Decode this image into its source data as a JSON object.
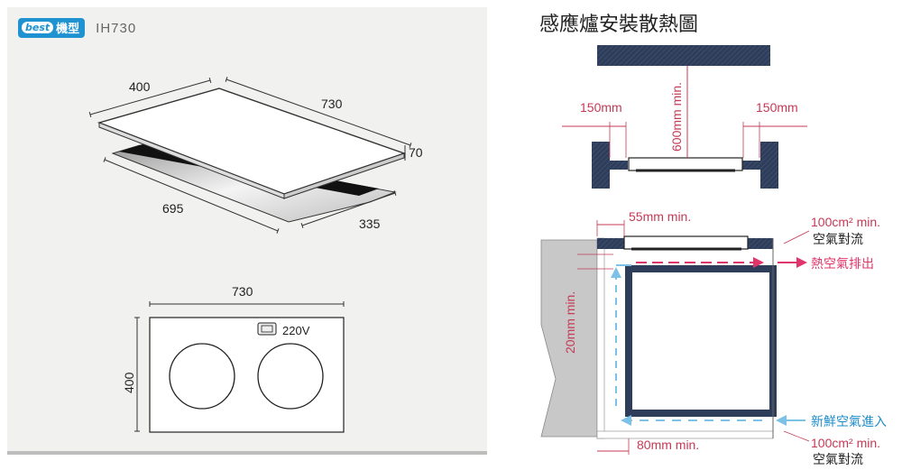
{
  "header": {
    "brand_logo": "best",
    "brand_label": "機型",
    "model": "IH730"
  },
  "iso_dims": {
    "depth_top": "400",
    "width_top": "730",
    "height": "70",
    "cutout_width": "695",
    "cutout_depth": "335"
  },
  "plan": {
    "width": "730",
    "depth": "400",
    "voltage": "220V"
  },
  "vent": {
    "title": "感應爐安裝散熱圖",
    "side_left": "150mm",
    "side_right": "150mm",
    "top_clear": "600mm min.",
    "gap_top": "55mm min.",
    "vent_top_area": "100cm² min.",
    "vent_top_label": "空氣對流",
    "hot_air_label": "熱空氣排出",
    "side_gap": "20mm min.",
    "fresh_air_label": "新鮮空氣進入",
    "gap_bottom": "80mm min.",
    "vent_bottom_area": "100cm² min.",
    "vent_bottom_label": "空氣對流"
  },
  "colors": {
    "cabinet_fill": "#2d3d5a",
    "cold_air": "#7ec1e6",
    "hot_air": "#e0356a",
    "dim_red": "#c43a55",
    "badge": "#1f93d1"
  }
}
